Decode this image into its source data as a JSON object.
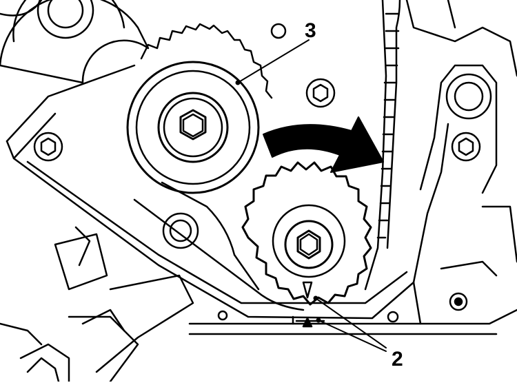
{
  "figure": {
    "callouts": [
      {
        "id": "tensioner-pulley",
        "label": "3"
      },
      {
        "id": "timing-marks",
        "label": "2"
      }
    ],
    "rotation_direction": "clockwise",
    "colors": {
      "line": "#000000",
      "background": "#ffffff",
      "arrow": "#000000"
    }
  }
}
